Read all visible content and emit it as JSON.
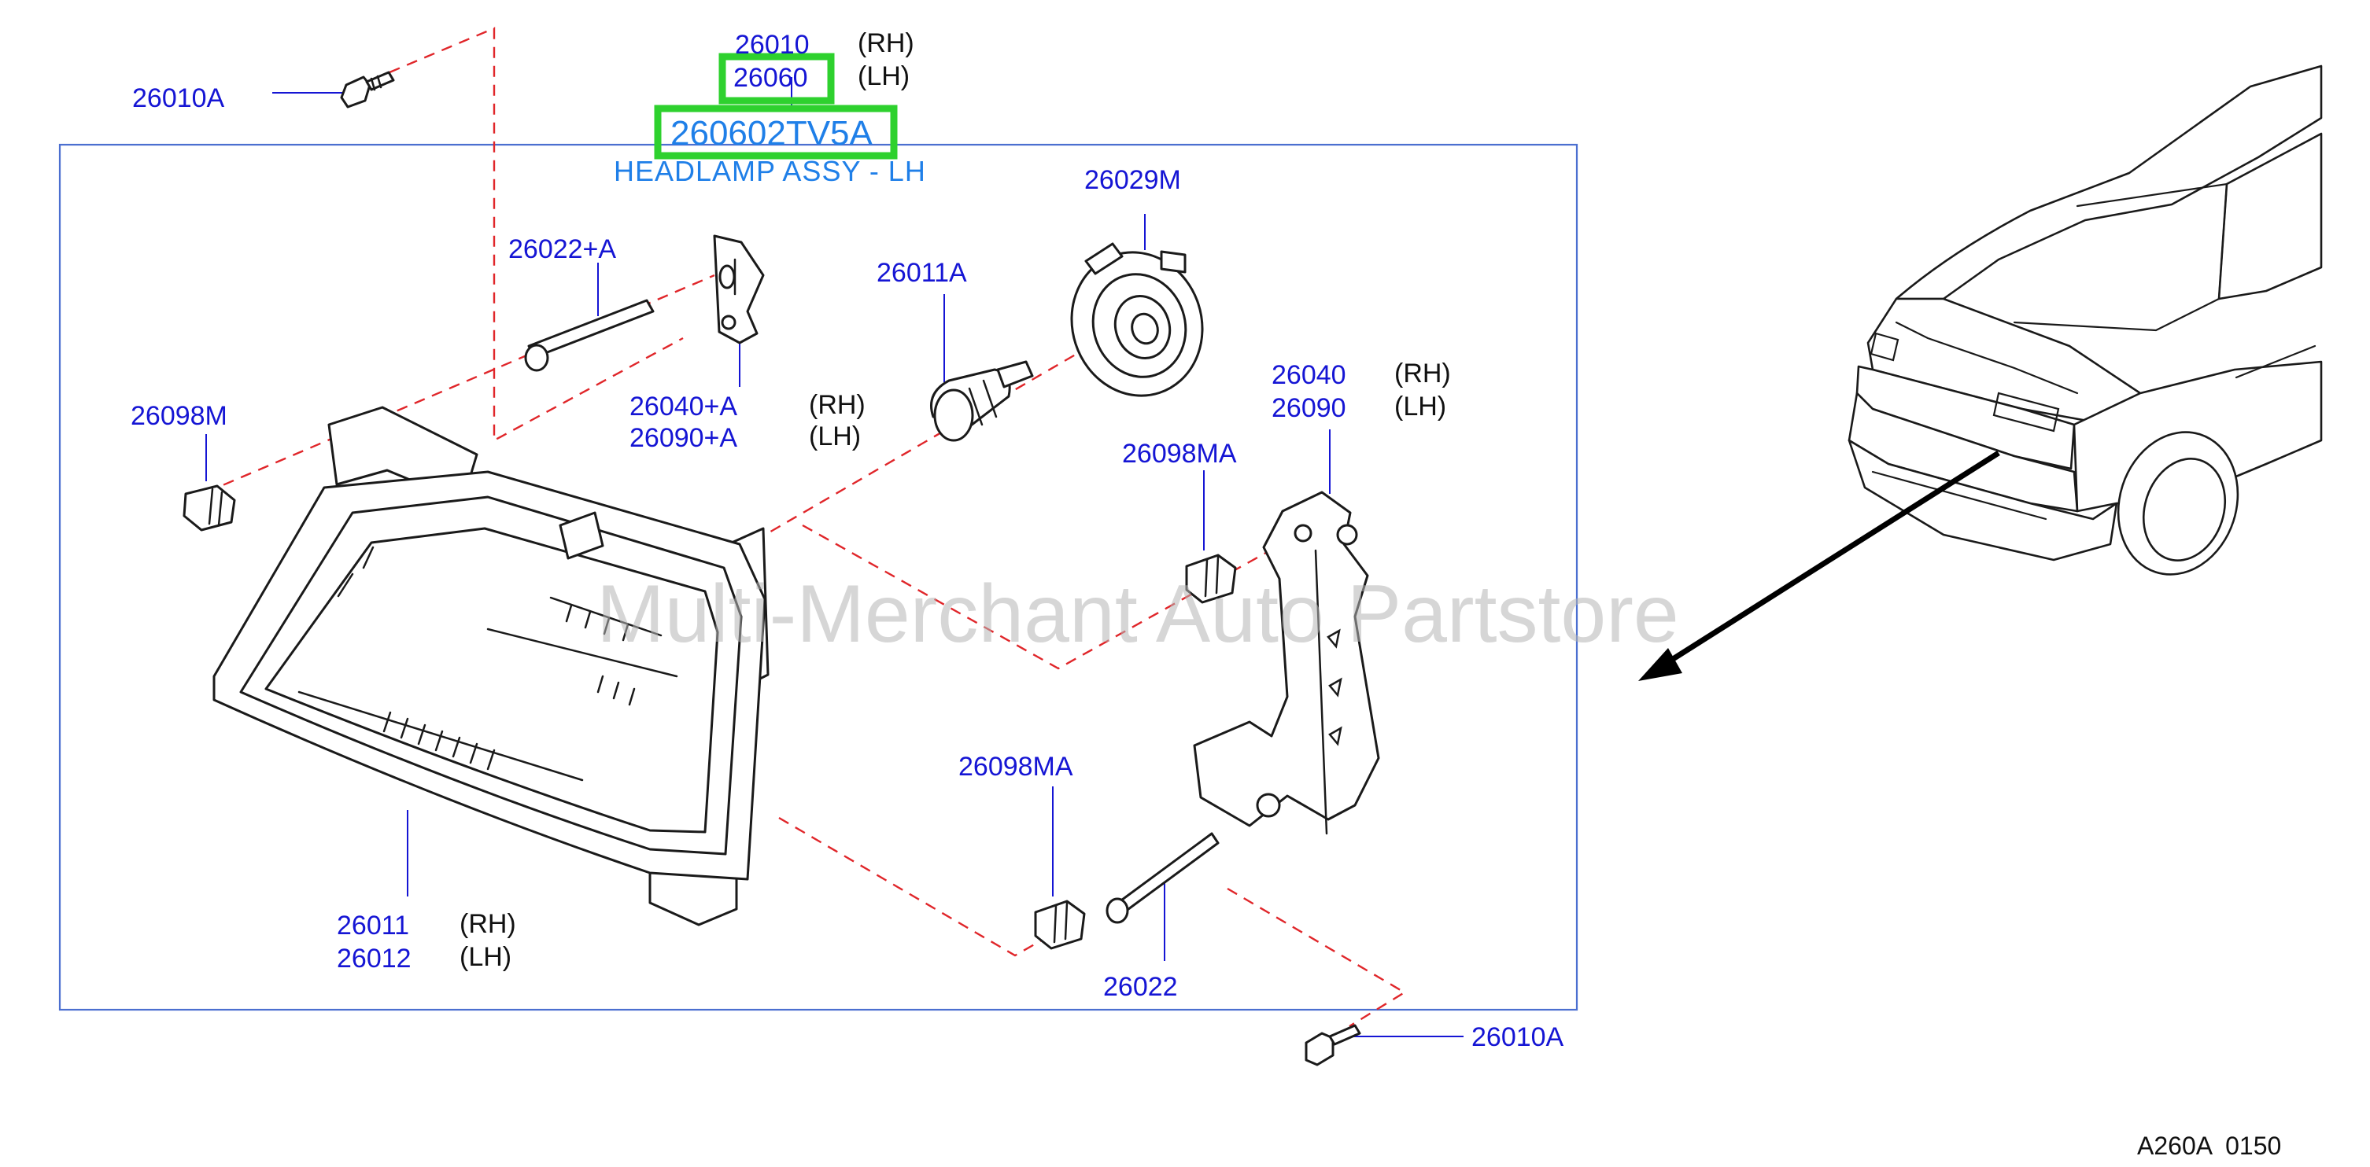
{
  "callouts": {
    "rh_26010": "26010",
    "lh_26060": "26060",
    "rh_tag_top": "(RH)",
    "lh_tag_top": "(LH)",
    "highlight_part": "260602TV5A",
    "headlamp_caption": "HEADLAMP ASSY - LH",
    "screw_top": "26010A",
    "pin_26022A": "26022+A",
    "bulb_26011A": "26011A",
    "socket_26029M": "26029M",
    "clip_26098M": "26098M",
    "adj_26040A": "26040+A",
    "adj_26090A": "26090+A",
    "adj_rh_tag": "(RH)",
    "adj_lh_tag": "(LH)",
    "bracket_26040": "26040",
    "bracket_26090": "26090",
    "bracket_rh_tag": "(RH)",
    "bracket_lh_tag": "(LH)",
    "clip_26098MA_upper": "26098MA",
    "clip_26098MA_lower": "26098MA",
    "lamp_26011": "26011",
    "lamp_26012": "26012",
    "lamp_rh_tag": "(RH)",
    "lamp_lh_tag": "(LH)",
    "bolt_26022": "26022",
    "screw_bottom": "26010A"
  },
  "watermark": "Multi-Merchant Auto Partstore",
  "diagram_code": "A260A  0150",
  "colors": {
    "part_number": "#1515d4",
    "highlight_box": "#2ed12e",
    "highlight_text": "#1f7fe8",
    "assembly_line": "#e0262a",
    "frame": "#4b6fd0"
  }
}
